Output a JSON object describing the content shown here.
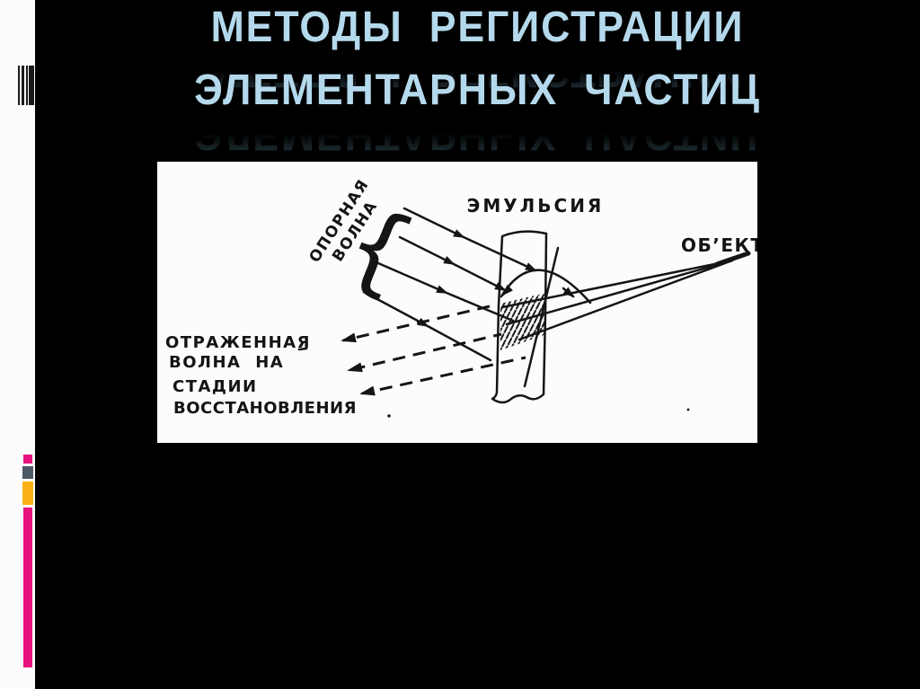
{
  "slide": {
    "background_color": "#000000",
    "title": {
      "line1": "МЕТОДЫ РЕГИСТРАЦИИ",
      "line2": "ЭЛЕМЕНТАРНЫХ ЧАСТИЦ",
      "color": "#b5d9ec"
    },
    "left_strip": {
      "color": "#fcfcfc",
      "icon": "barcode-icon",
      "markers": [
        {
          "name": "pink-square",
          "color": "#e8137f"
        },
        {
          "name": "slate-square",
          "color": "#4e5a66"
        },
        {
          "name": "yellow-bar",
          "color": "#fcb216"
        },
        {
          "name": "pink-column",
          "color": "#e8137f"
        }
      ]
    },
    "figure": {
      "background_color": "#fcfcfc",
      "ink_color": "#151515",
      "labels": {
        "reference_wave_line1": "ОПОРНАЯ",
        "reference_wave_line2": "ВОЛНА",
        "emulsion": "ЭМУЛЬСИЯ",
        "object": "ОБ’ЕКТ",
        "reflected_wave_line1": "ОТРАЖЕННАЯ",
        "reflected_wave_line2": "ВОЛНА НА",
        "reflected_wave_line3": "СТАДИИ",
        "reflected_wave_line4": "ВОССТАНОВЛЕНИЯ"
      }
    }
  }
}
